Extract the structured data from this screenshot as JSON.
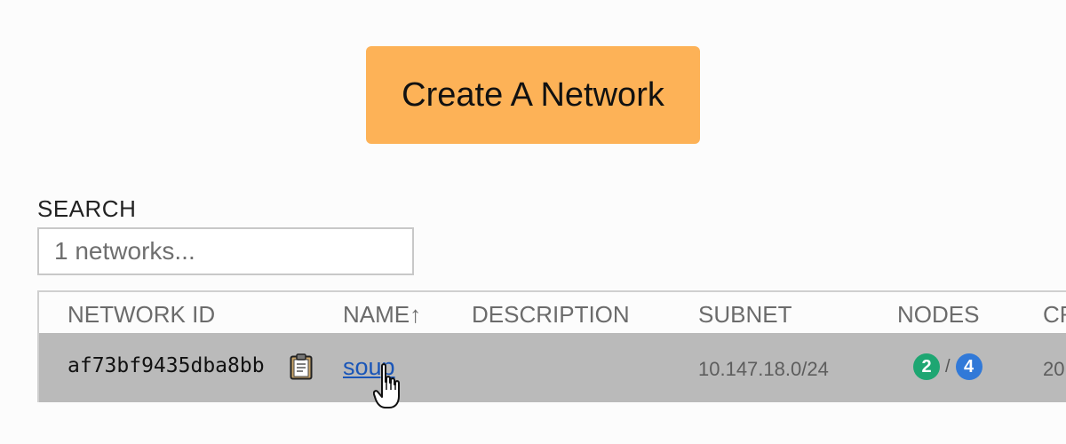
{
  "create_button": {
    "label": "Create A Network",
    "color": "#fdb257"
  },
  "search": {
    "label": "SEARCH",
    "placeholder": "1 networks..."
  },
  "table": {
    "headers": {
      "network_id": "NETWORK ID",
      "name": "NAME↑",
      "description": "DESCRIPTION",
      "subnet": "SUBNET",
      "nodes": "NODES",
      "created": "CR"
    },
    "rows": [
      {
        "network_id": "af73bf9435dba8bb",
        "name": "soup",
        "description": "",
        "subnet": "10.147.18.0/24",
        "nodes_online": "2",
        "nodes_total": "4",
        "created": "20"
      }
    ]
  },
  "colors": {
    "row_background": "#bababa",
    "link": "#1a56b8",
    "badge_online": "#1ea672",
    "badge_total": "#3179d8"
  },
  "icons": [
    "clipboard-icon",
    "hand-pointer-cursor-icon"
  ]
}
